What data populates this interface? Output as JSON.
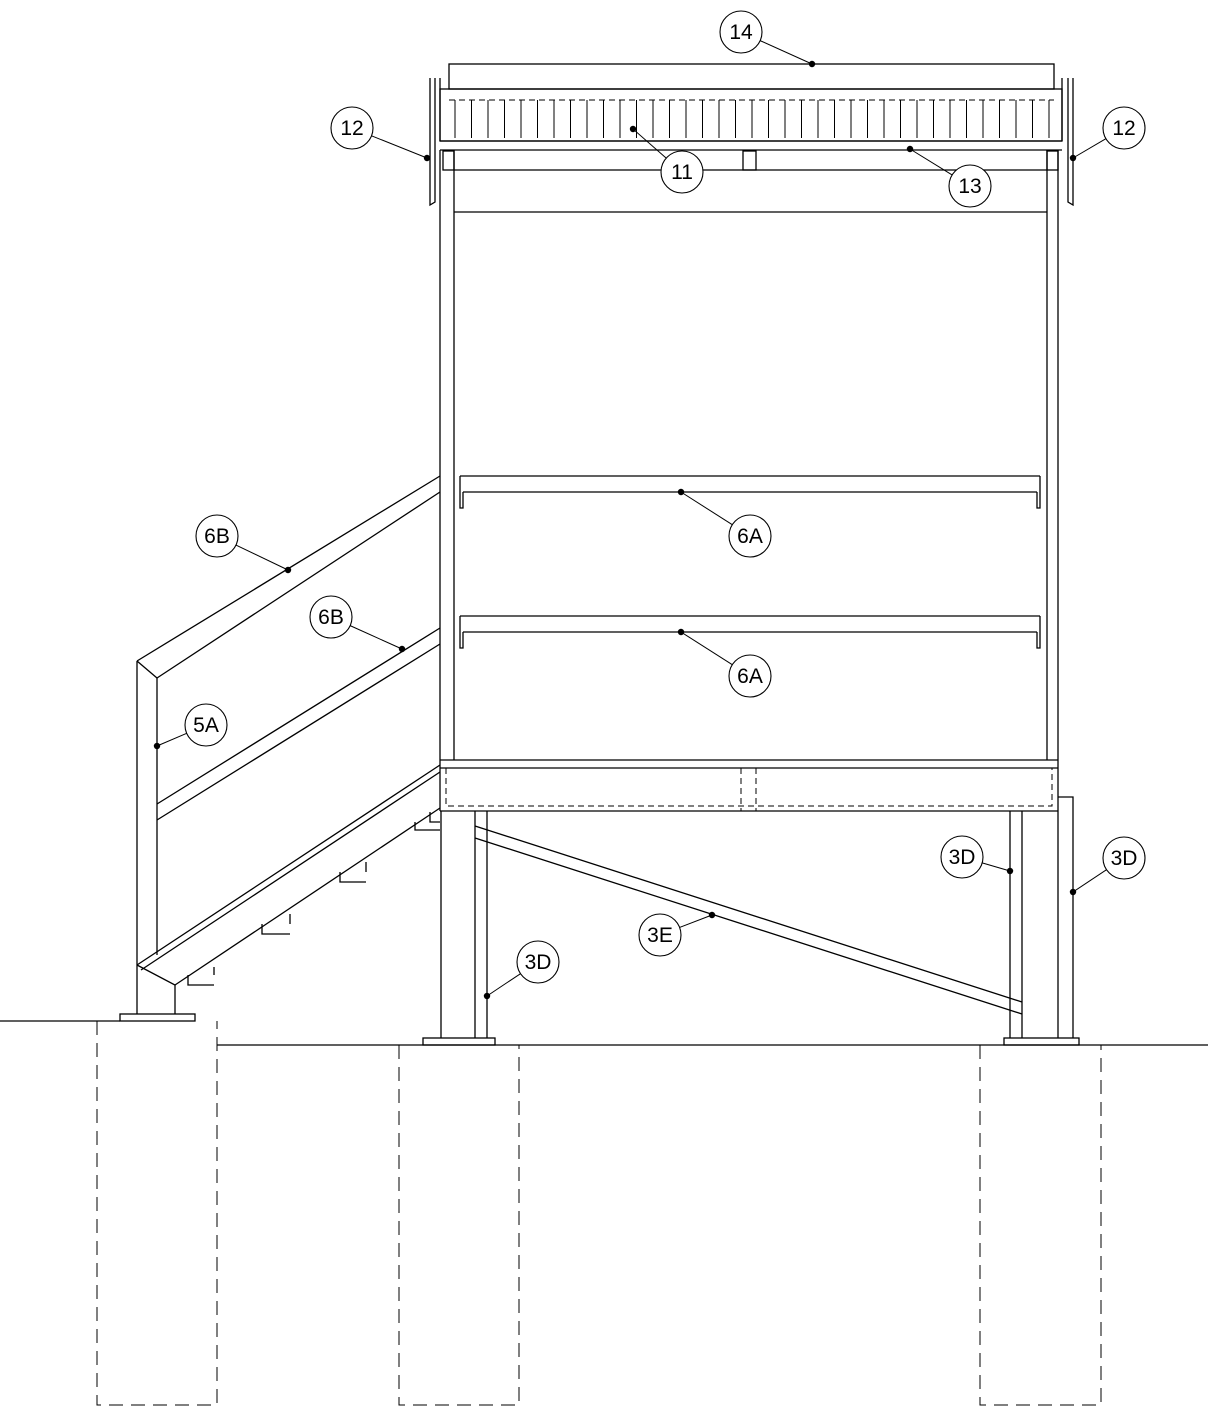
{
  "callouts": [
    {
      "id": "c14",
      "label": "14"
    },
    {
      "id": "c12l",
      "label": "12"
    },
    {
      "id": "c12r",
      "label": "12"
    },
    {
      "id": "c11",
      "label": "11"
    },
    {
      "id": "c13",
      "label": "13"
    },
    {
      "id": "c6Ba",
      "label": "6B"
    },
    {
      "id": "c6Bb",
      "label": "6B"
    },
    {
      "id": "c6Aa",
      "label": "6A"
    },
    {
      "id": "c6Ab",
      "label": "6A"
    },
    {
      "id": "c5A",
      "label": "5A"
    },
    {
      "id": "c3Da",
      "label": "3D"
    },
    {
      "id": "c3Db",
      "label": "3D"
    },
    {
      "id": "c3Dc",
      "label": "3D"
    },
    {
      "id": "c3E",
      "label": "3E"
    }
  ]
}
